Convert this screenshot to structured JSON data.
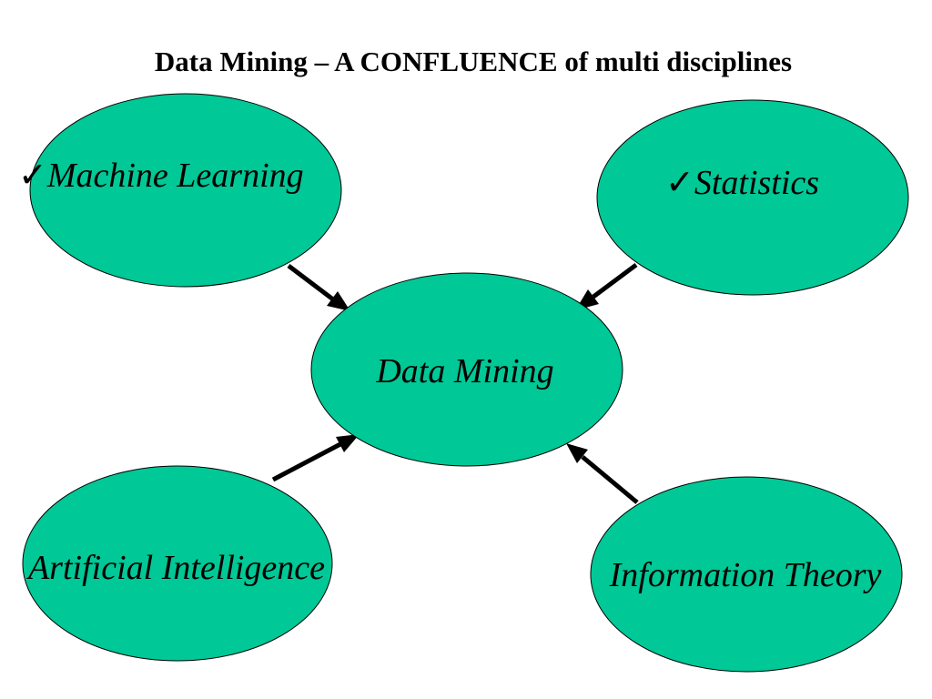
{
  "title": "Data Mining – A CONFLUENCE of multi disciplines",
  "colors": {
    "node_fill": "#00c896",
    "stroke": "#000000",
    "text": "#000000"
  },
  "center_node": {
    "label": "Data Mining"
  },
  "nodes": [
    {
      "label": "Machine Learning",
      "check": "✓",
      "checked": true
    },
    {
      "label": "Statistics",
      "check": "✓",
      "checked": true
    },
    {
      "label": "Artificial Intelligence",
      "checked": false
    },
    {
      "label": "Information Theory",
      "checked": false
    }
  ]
}
